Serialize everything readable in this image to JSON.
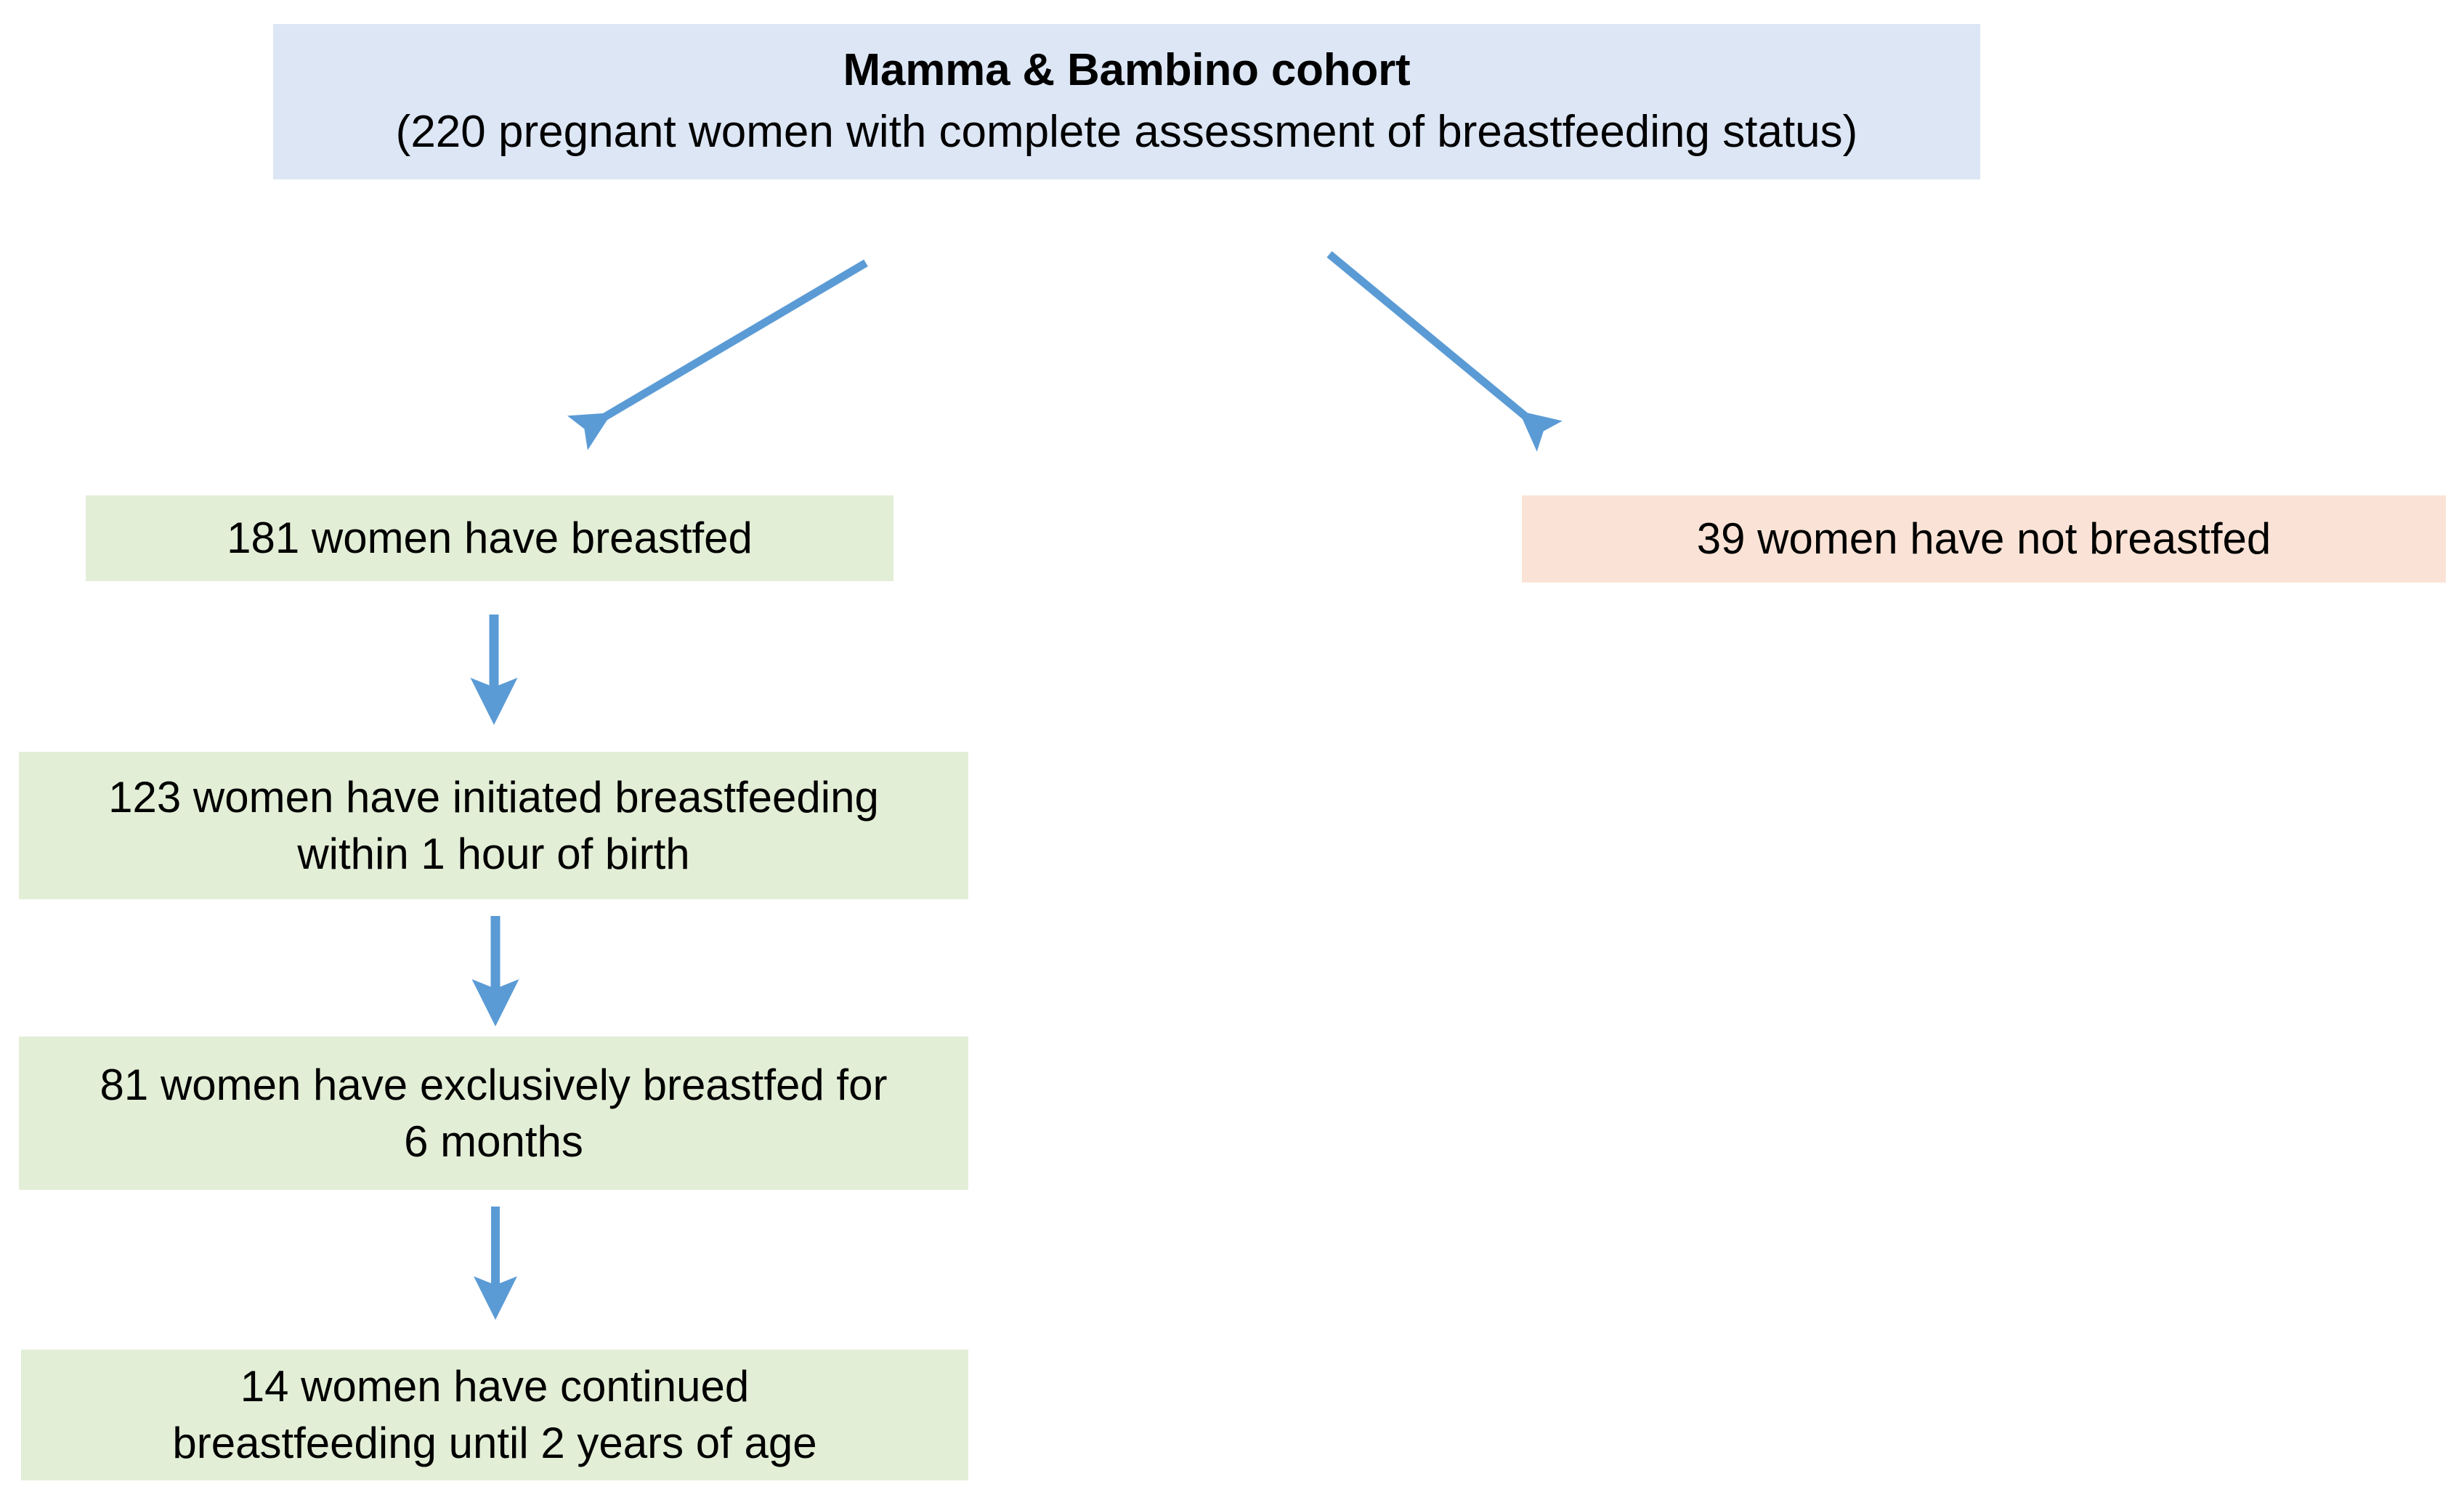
{
  "diagram": {
    "type": "flowchart",
    "title": "Mamma & Bambino cohort breastfeeding flow",
    "accent_color": "#5b9bd5",
    "colors": {
      "cohort_box": "#dce6f5",
      "breastfed_box": "#e2eed6",
      "not_breastfed_box": "#fae3d6",
      "arrow": "#5b9bd5",
      "text": "#000000"
    },
    "nodes": {
      "root": {
        "title": "Mamma & Bambino cohort",
        "subtitle": "(220 pregnant women with complete assessment of breastfeeding status)",
        "count": 220
      },
      "breastfed": {
        "label": "181 women have breastfed",
        "count": 181
      },
      "not_breastfed": {
        "label": "39 women have not breastfed",
        "count": 39
      },
      "initiated": {
        "line1": "123 women have initiated breastfeeding",
        "line2": "within 1 hour of birth",
        "count": 123
      },
      "exclusive": {
        "line1": "81 women have exclusively breastfed for",
        "line2": "6 months",
        "count": 81
      },
      "continued": {
        "line1": "14 women have continued",
        "line2": "breastfeeding until 2 years of age",
        "count": 14
      }
    },
    "edges": [
      {
        "from": "root",
        "to": "breastfed",
        "style": "diagonal-left"
      },
      {
        "from": "root",
        "to": "not_breastfed",
        "style": "diagonal-right"
      },
      {
        "from": "breastfed",
        "to": "initiated",
        "style": "vertical"
      },
      {
        "from": "initiated",
        "to": "exclusive",
        "style": "vertical"
      },
      {
        "from": "exclusive",
        "to": "continued",
        "style": "vertical"
      }
    ]
  }
}
